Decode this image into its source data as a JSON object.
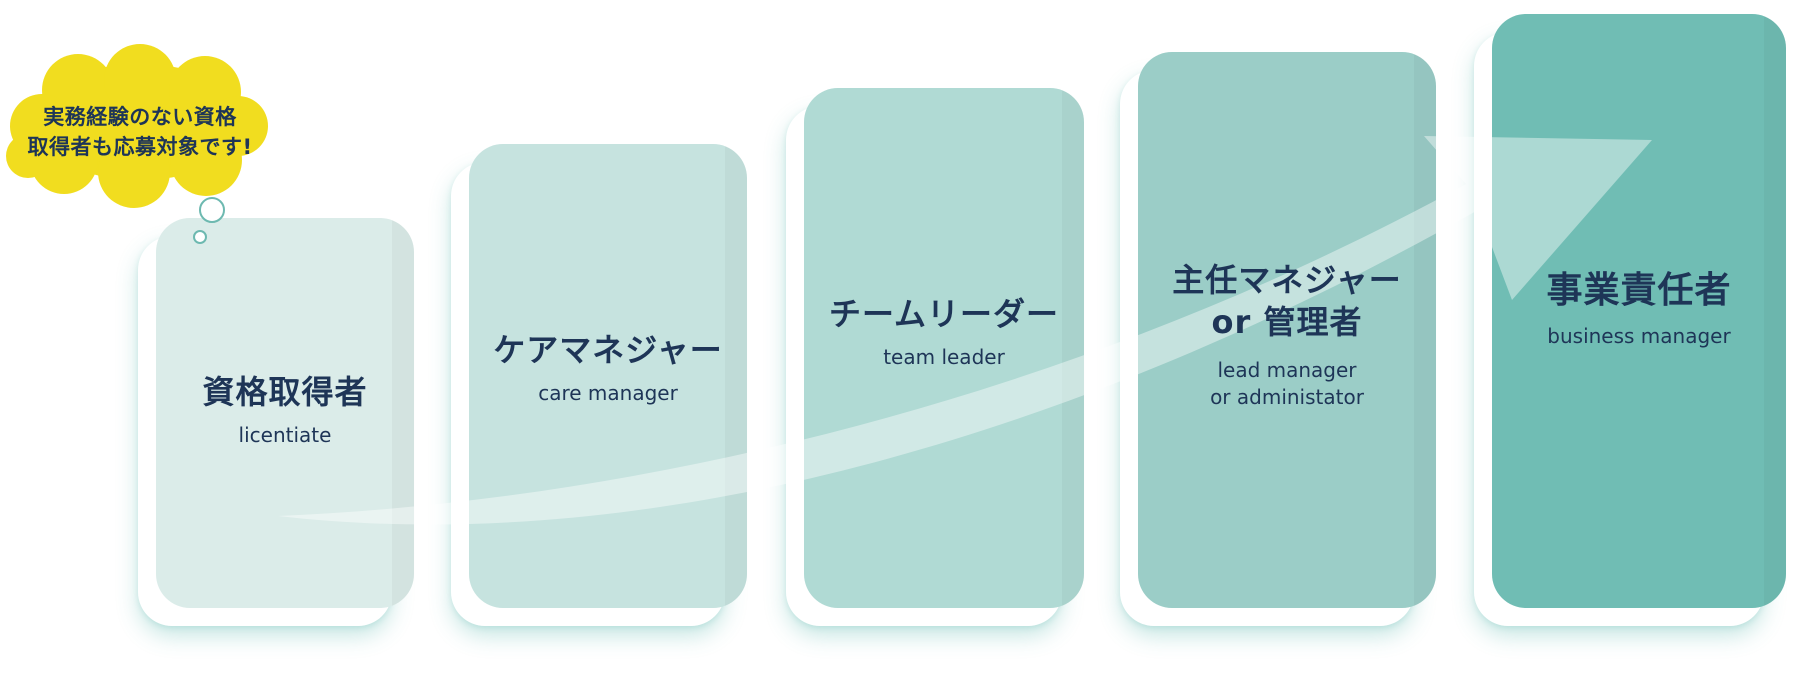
{
  "bubble": {
    "line1": "実務経験のない資格",
    "line2": "取得者も応募対象です!"
  },
  "steps": [
    {
      "ja": "資格取得者",
      "en": "licentiate"
    },
    {
      "ja": "ケアマネジャー",
      "en": "care manager"
    },
    {
      "ja": "チームリーダー",
      "en": "team leader"
    },
    {
      "ja_line1": "主任マネジャー",
      "ja_line2": "or 管理者",
      "en_line1": "lead manager",
      "en_line2": "or administator"
    },
    {
      "ja": "事業責任者",
      "en": "business manager"
    }
  ],
  "colors": {
    "text": "#1e3557",
    "bubble": "#f1dd1f",
    "step1": "#dbece9",
    "step2": "#c6e3df",
    "step3": "#b0dad4",
    "step4": "#9bcdc7",
    "step5": "#70bdb4"
  }
}
